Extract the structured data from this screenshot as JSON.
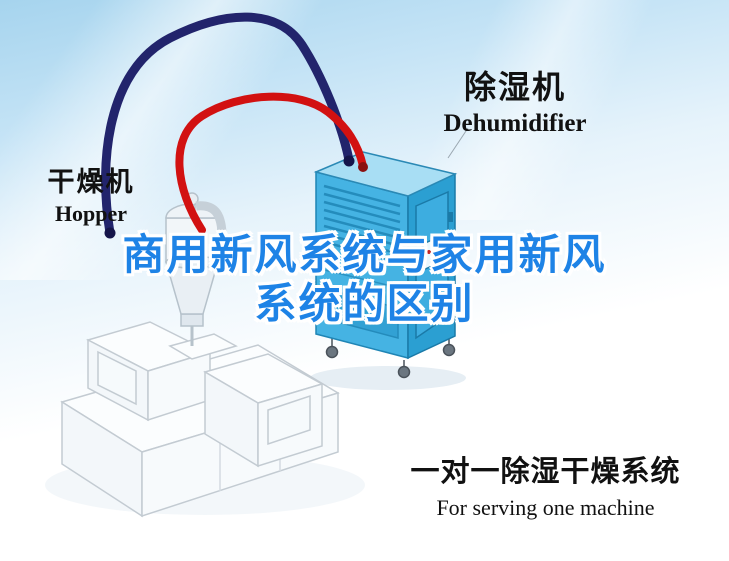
{
  "illustration": {
    "title": {
      "line1": "商用新风系统与家用新风",
      "line2": "系统的区别"
    },
    "dehumidifier_label": {
      "zh": "除湿机",
      "en": "Dehumidifier"
    },
    "hopper_label": {
      "zh": "干燥机",
      "en": "Hopper"
    },
    "caption": {
      "zh": "一对一除湿干燥系统",
      "en": "For serving one machine"
    },
    "colors": {
      "title_blue": "#1e83e6",
      "pipe_red": "#d21111",
      "pipe_navy": "#22246c",
      "machine_front": "#45b3e3",
      "machine_side": "#2b9fd2",
      "machine_top": "#a8def4",
      "sky_blue": "#b9ddf2"
    }
  }
}
